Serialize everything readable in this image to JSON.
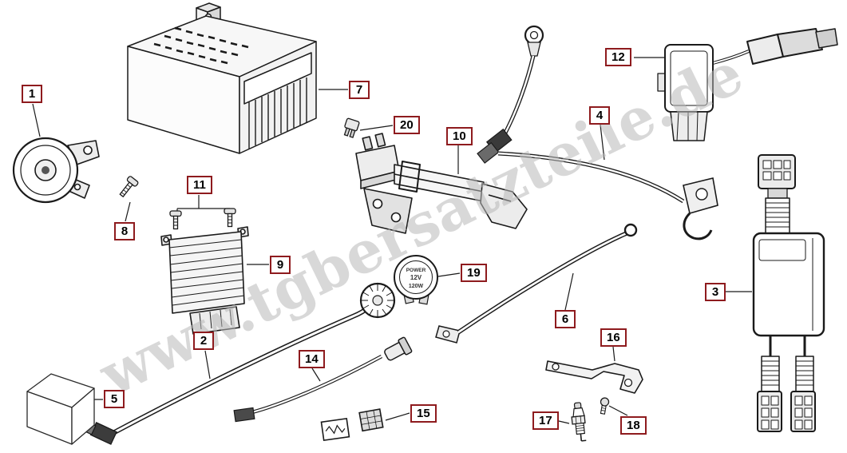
{
  "watermark": "www.tgbersatzteile.de",
  "fuse_holder": {
    "brand": "POWER",
    "voltage": "12V",
    "wattage": "120W"
  },
  "colors": {
    "label_border": "#8e1b1e",
    "watermark": "#b9b9b9",
    "line": "#1a1a1a"
  },
  "labels": [
    {
      "num": "1"
    },
    {
      "num": "2"
    },
    {
      "num": "3"
    },
    {
      "num": "4"
    },
    {
      "num": "5"
    },
    {
      "num": "6"
    },
    {
      "num": "7"
    },
    {
      "num": "8"
    },
    {
      "num": "9"
    },
    {
      "num": "10"
    },
    {
      "num": "11"
    },
    {
      "num": "12"
    },
    {
      "num": "14"
    },
    {
      "num": "15"
    },
    {
      "num": "16"
    },
    {
      "num": "17"
    },
    {
      "num": "18"
    },
    {
      "num": "19"
    },
    {
      "num": "20"
    }
  ]
}
